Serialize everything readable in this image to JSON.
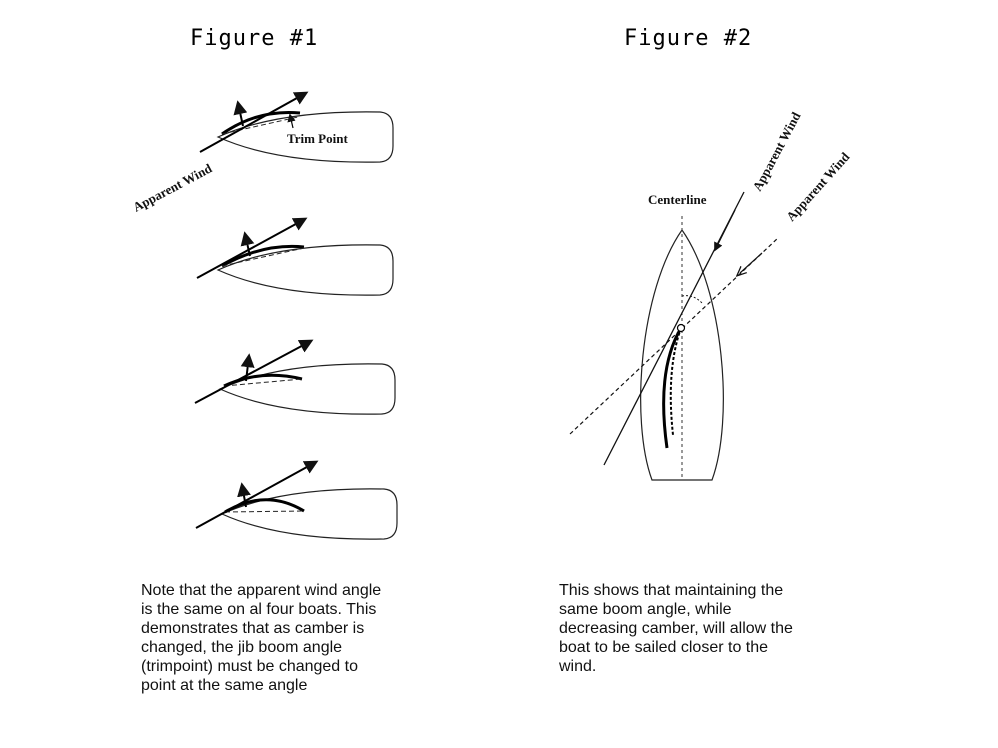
{
  "figure1": {
    "title": "Figure #1",
    "labels": {
      "apparent_wind": "Apparent Wind",
      "trim_point": "Trim Point"
    },
    "caption": "Note that the apparent wind angle\nis the same on al four boats.   This\ndemonstrates that as camber is\nchanged, the jib boom angle\n(trimpoint) must be changed to\npoint at the same angle"
  },
  "figure2": {
    "title": "Figure #2",
    "labels": {
      "centerline": "Centerline",
      "apparent_wind_1": "Apparent Wind",
      "apparent_wind_2": "Apparent Wind"
    },
    "caption": "This shows that maintaining the\nsame boom angle, while\ndecreasing camber, will allow the\nboat to be sailed closer to the\nwind."
  }
}
